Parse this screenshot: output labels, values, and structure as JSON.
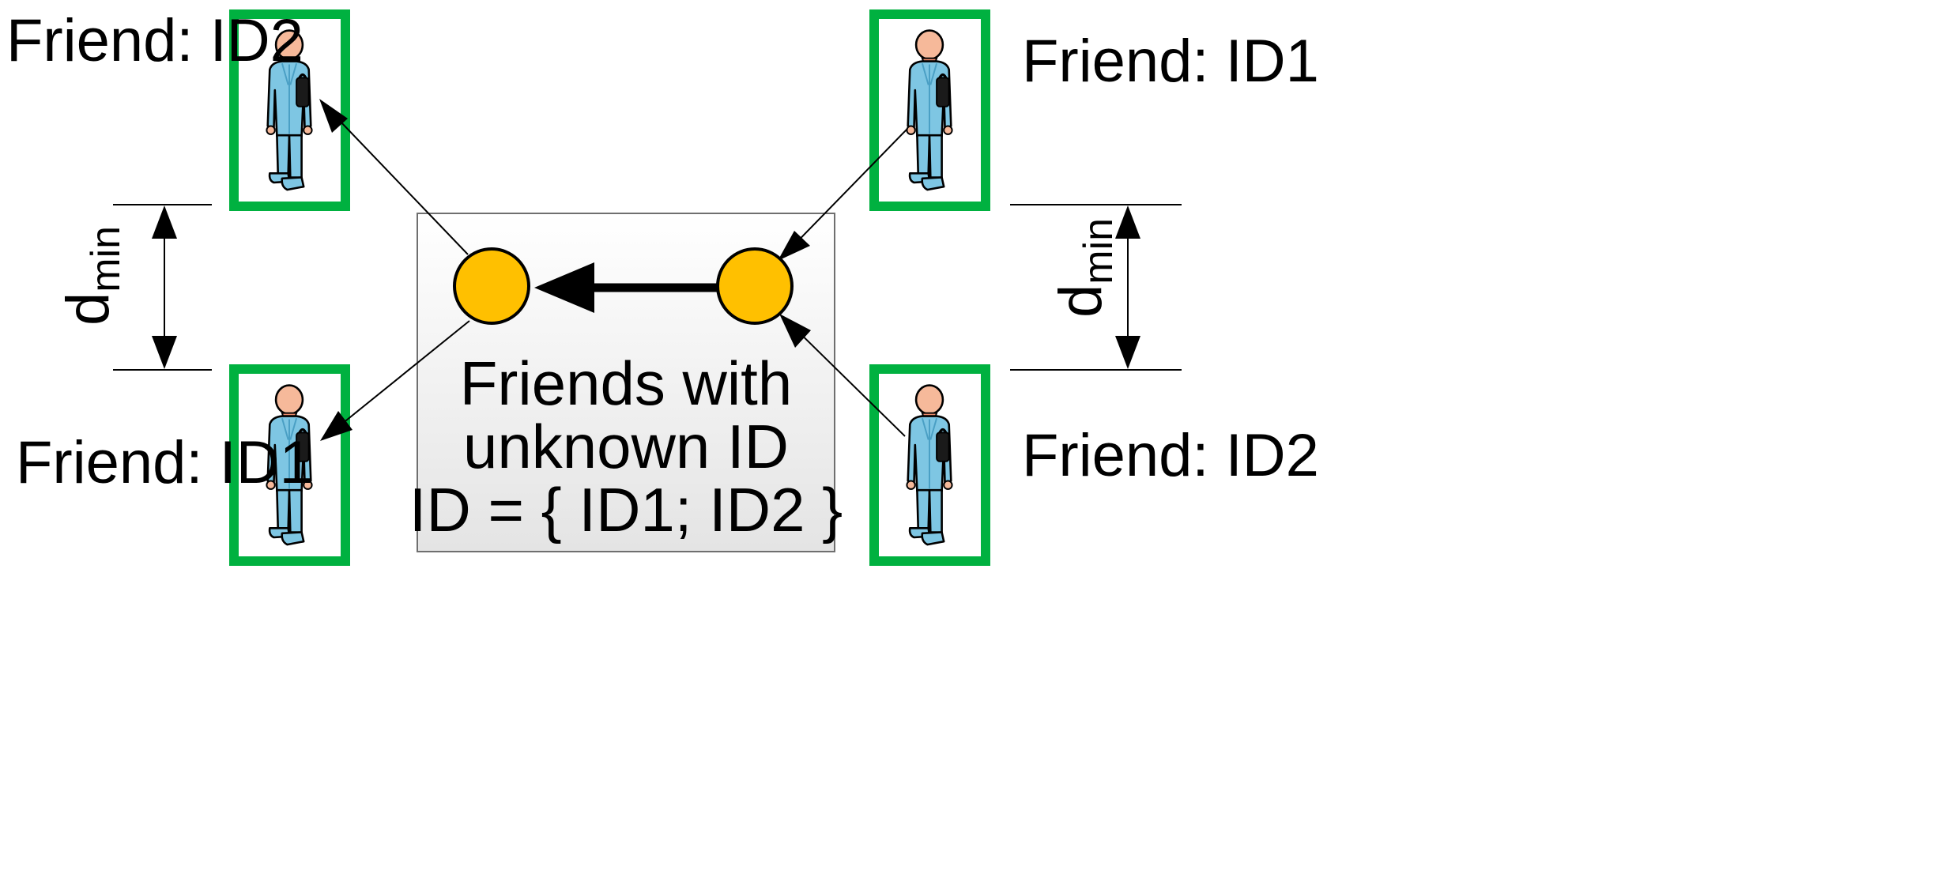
{
  "labels": {
    "top_left": "Friend: ID2",
    "top_right": "Friend: ID1",
    "bottom_left": "Friend: ID1",
    "bottom_right": "Friend: ID2"
  },
  "dimension": {
    "base": "d",
    "subscript": "min"
  },
  "center_box": {
    "line1": "Friends with",
    "line2": "unknown ID",
    "line3": "ID = { ID1; ID2 }"
  },
  "colors": {
    "frame_green": "#00b140",
    "node_fill": "#ffc000",
    "box_fill_top": "#ffffff",
    "box_fill_bottom": "#e6e6e6",
    "box_border": "#6f6f6f",
    "person_suit": "#7ec6e3",
    "person_suit_shadow": "#4a9fc4",
    "person_skin": "#f6b99a",
    "person_outline": "#000000"
  },
  "icons": [
    "person-icon",
    "briefcase-icon"
  ]
}
